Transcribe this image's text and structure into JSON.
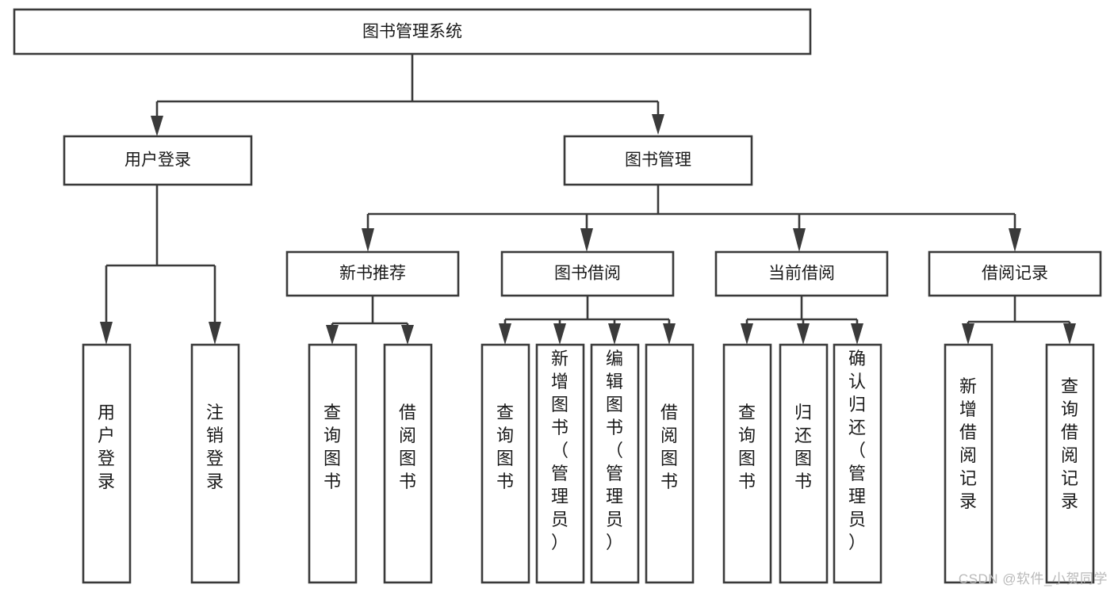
{
  "diagram": {
    "title": "图书管理系统",
    "watermark": "CSDN @软件_小贺同学",
    "colors": {
      "stroke": "#3a3a3a",
      "fill": "#ffffff",
      "text": "#1a1a1a",
      "watermark": "#b9b9b9",
      "background": "#ffffff"
    },
    "root": {
      "id": "root",
      "label": "图书管理系统",
      "orientation": "horizontal"
    },
    "level2": [
      {
        "id": "user-login",
        "label": "用户登录",
        "orientation": "horizontal"
      },
      {
        "id": "book-management",
        "label": "图书管理",
        "orientation": "horizontal"
      }
    ],
    "level3": [
      {
        "id": "new-book-recommend",
        "label": "新书推荐",
        "parent": "book-management",
        "orientation": "horizontal"
      },
      {
        "id": "book-borrow",
        "label": "图书借阅",
        "parent": "book-management",
        "orientation": "horizontal"
      },
      {
        "id": "current-borrow",
        "label": "当前借阅",
        "parent": "book-management",
        "orientation": "horizontal"
      },
      {
        "id": "borrow-record",
        "label": "借阅记录",
        "parent": "book-management",
        "orientation": "horizontal"
      }
    ],
    "leaves": [
      {
        "id": "leaf-user-login",
        "label": "用户登录",
        "parent": "user-login",
        "orientation": "vertical"
      },
      {
        "id": "leaf-logout-login",
        "label": "注销登录",
        "parent": "user-login",
        "orientation": "vertical"
      },
      {
        "id": "leaf-query-book-1",
        "label": "查询图书",
        "parent": "new-book-recommend",
        "orientation": "vertical"
      },
      {
        "id": "leaf-borrow-book-1",
        "label": "借阅图书",
        "parent": "new-book-recommend",
        "orientation": "vertical"
      },
      {
        "id": "leaf-query-book-2",
        "label": "查询图书",
        "parent": "book-borrow",
        "orientation": "vertical"
      },
      {
        "id": "leaf-add-book",
        "label": "新增图书（管理员）",
        "parent": "book-borrow",
        "orientation": "vertical"
      },
      {
        "id": "leaf-edit-book",
        "label": "编辑图书（管理员）",
        "parent": "book-borrow",
        "orientation": "vertical"
      },
      {
        "id": "leaf-borrow-book-2",
        "label": "借阅图书",
        "parent": "book-borrow",
        "orientation": "vertical"
      },
      {
        "id": "leaf-query-book-3",
        "label": "查询图书",
        "parent": "current-borrow",
        "orientation": "vertical"
      },
      {
        "id": "leaf-return-book",
        "label": "归还图书",
        "parent": "current-borrow",
        "orientation": "vertical"
      },
      {
        "id": "leaf-confirm-return",
        "label": "确认归还（管理员）",
        "parent": "current-borrow",
        "orientation": "vertical"
      },
      {
        "id": "leaf-add-record",
        "label": "新增借阅记录",
        "parent": "borrow-record",
        "orientation": "vertical"
      },
      {
        "id": "leaf-query-record",
        "label": "查询借阅记录",
        "parent": "borrow-record",
        "orientation": "vertical"
      }
    ]
  }
}
